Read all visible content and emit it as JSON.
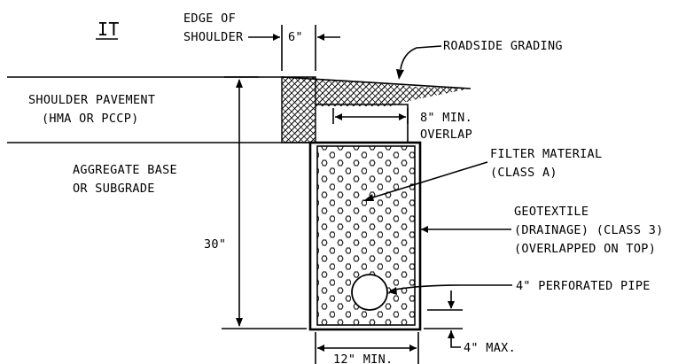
{
  "header_fragment": "IT",
  "labels": {
    "edge_of_shoulder_1": "EDGE OF",
    "edge_of_shoulder_2": "SHOULDER",
    "dim_6in": "6\"",
    "roadside_grading": "ROADSIDE GRADING",
    "shoulder_pavement_1": "SHOULDER PAVEMENT",
    "shoulder_pavement_2": "(HMA OR PCCP)",
    "overlap_1": "8\" MIN.",
    "overlap_2": "OVERLAP",
    "aggregate_base_1": "AGGREGATE BASE",
    "aggregate_base_2": "OR SUBGRADE",
    "filter_material_1": "FILTER MATERIAL",
    "filter_material_2": "(CLASS A)",
    "geotextile_1": "GEOTEXTILE",
    "geotextile_2": "(DRAINAGE) (CLASS 3)",
    "geotextile_3": "(OVERLAPPED ON TOP)",
    "dim_30in": "30\"",
    "perforated_pipe": "4\" PERFORATED PIPE",
    "dim_12in": "12\" MIN.",
    "dim_4in_max": "4\" MAX."
  },
  "colors": {
    "line": "#000000",
    "background": "#ffffff"
  }
}
